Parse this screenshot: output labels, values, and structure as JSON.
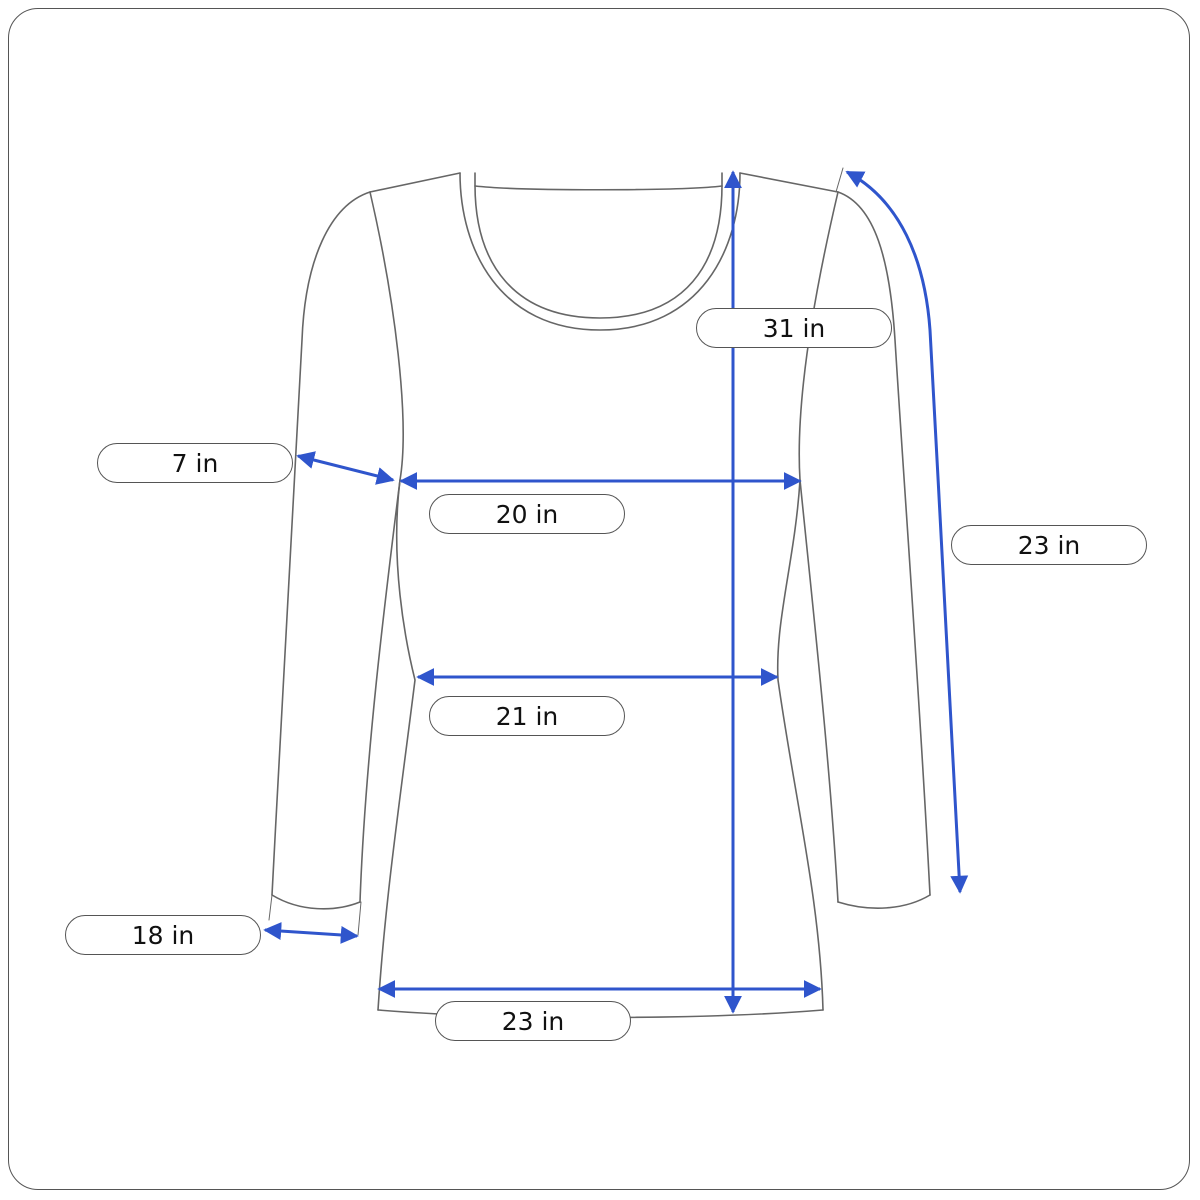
{
  "colors": {
    "outline": "#666666",
    "measure": "#2f55cc",
    "frame": "#555555"
  },
  "measurements": {
    "length": "31 in",
    "armhole": "7 in",
    "chest": "20 in",
    "sleeve": "23 in",
    "waist": "21 in",
    "cuff": "18 in",
    "hem": "23 in"
  }
}
